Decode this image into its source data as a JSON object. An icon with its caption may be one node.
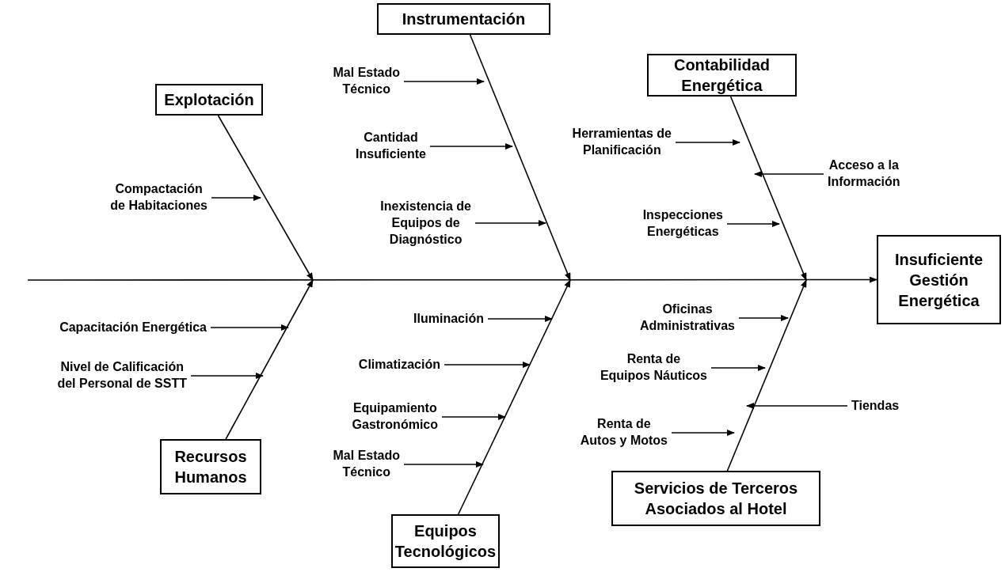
{
  "diagram": {
    "nodes": [
      {
        "text": [
          "Instrumentación"
        ]
      },
      {
        "text": [
          "Contabilidad Energética"
        ]
      },
      {
        "text": [
          "Explotación"
        ]
      },
      {
        "text": [
          "Insuficiente Gestión Energética"
        ]
      },
      {
        "text": [
          "Recursos Humanos"
        ]
      },
      {
        "text": [
          "Equipos Tecnológicos"
        ]
      },
      {
        "text": [
          "Servicios de Terceros Asociados al Hotel"
        ]
      },
      {
        "text": [
          "Mal Estado Técnico"
        ]
      },
      {
        "text": [
          "Cantidad Insuficiente"
        ]
      },
      {
        "text": [
          "Inexistencia de Equipos de Diagnóstico"
        ]
      },
      {
        "text": [
          "Herramientas de Planificación"
        ]
      },
      {
        "text": [
          "Acceso a la Información"
        ]
      },
      {
        "text": [
          "Inspecciones Energéticas"
        ]
      },
      {
        "text": [
          "Compactación de Habitaciones"
        ]
      },
      {
        "text": [
          "Capacitación Energética"
        ]
      },
      {
        "text": [
          "Nivel de Calificación del Personal de SSTT"
        ]
      },
      {
        "text": [
          "Iluminación"
        ]
      },
      {
        "text": [
          "Climatización"
        ]
      },
      {
        "text": [
          "Equipamiento Gastronómico"
        ]
      },
      {
        "text": [
          "Mal Estado Técnico"
        ]
      },
      {
        "text": [
          "Oficinas Administrativas"
        ]
      },
      {
        "text": [
          "Renta de Equipos Náuticos"
        ]
      },
      {
        "text": [
          "Tiendas"
        ]
      },
      {
        "text": [
          "Renta de Autos y Motos"
        ]
      }
    ],
    "edges": [
      {
        "from": null,
        "to": 3,
        "arrow": "to"
      },
      {
        "from": 0,
        "to": null,
        "arrow": "to"
      },
      {
        "from": 1,
        "to": null,
        "arrow": "to"
      },
      {
        "from": 2,
        "to": null,
        "arrow": "to"
      },
      {
        "from": 4,
        "to": null,
        "arrow": "to"
      },
      {
        "from": 5,
        "to": null,
        "arrow": "to"
      },
      {
        "from": 6,
        "to": null,
        "arrow": "to"
      },
      {
        "from": 7,
        "to": null,
        "arrow": "to"
      },
      {
        "from": 8,
        "to": null,
        "arrow": "to"
      },
      {
        "from": 9,
        "to": null,
        "arrow": "to"
      },
      {
        "from": 10,
        "to": null,
        "arrow": "to"
      },
      {
        "from": 11,
        "to": null,
        "arrow": "to"
      },
      {
        "from": 12,
        "to": null,
        "arrow": "to"
      },
      {
        "from": 13,
        "to": null,
        "arrow": "to"
      },
      {
        "from": 14,
        "to": null,
        "arrow": "to"
      },
      {
        "from": 15,
        "to": null,
        "arrow": "to"
      },
      {
        "from": 16,
        "to": null,
        "arrow": "to"
      },
      {
        "from": 17,
        "to": null,
        "arrow": "to"
      },
      {
        "from": 18,
        "to": null,
        "arrow": "to"
      },
      {
        "from": 19,
        "to": null,
        "arrow": "to"
      },
      {
        "from": 20,
        "to": null,
        "arrow": "to"
      },
      {
        "from": 21,
        "to": null,
        "arrow": "to"
      },
      {
        "from": 22,
        "to": null,
        "arrow": "to"
      },
      {
        "from": 23,
        "to": null,
        "arrow": "to"
      }
    ]
  }
}
